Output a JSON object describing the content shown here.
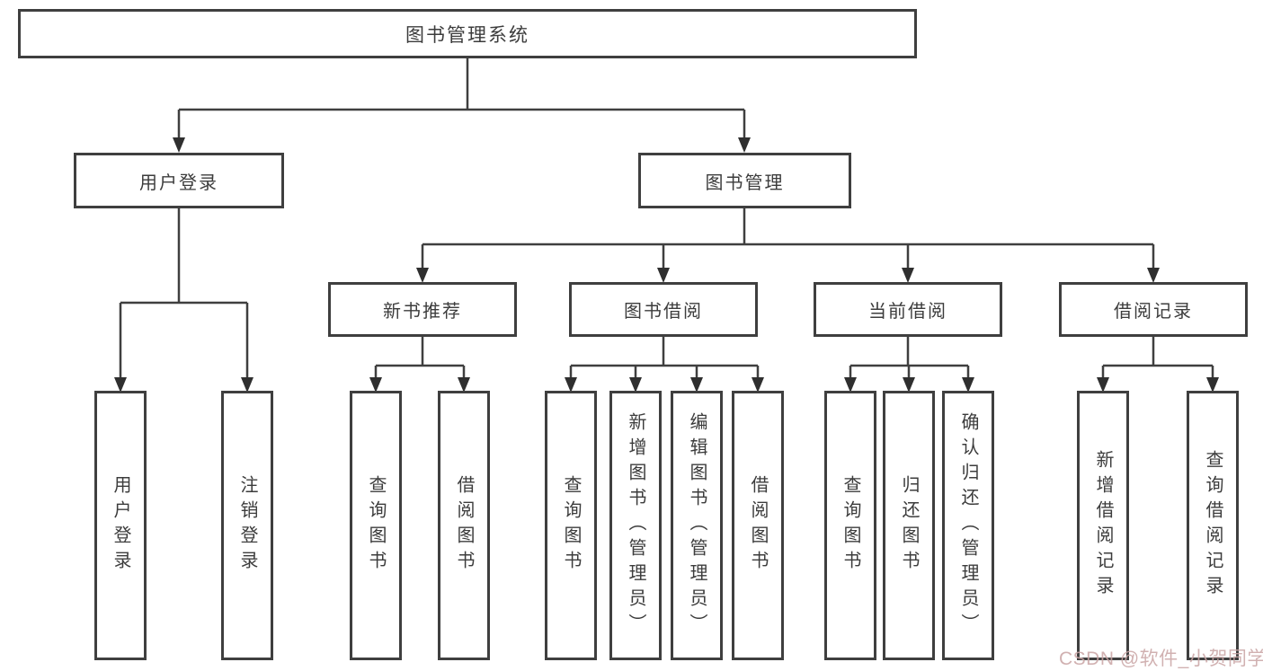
{
  "tree": {
    "label": "图书管理系统",
    "children": [
      {
        "label": "用户登录",
        "children": [
          {
            "label": "用户登录"
          },
          {
            "label": "注销登录"
          }
        ]
      },
      {
        "label": "图书管理",
        "children": [
          {
            "label": "新书推荐",
            "children": [
              {
                "label": "查询图书"
              },
              {
                "label": "借阅图书"
              }
            ]
          },
          {
            "label": "图书借阅",
            "children": [
              {
                "label": "查询图书"
              },
              {
                "label": "新增图书（管理员）"
              },
              {
                "label": "编辑图书（管理员）"
              },
              {
                "label": "借阅图书"
              }
            ]
          },
          {
            "label": "当前借阅",
            "children": [
              {
                "label": "查询图书"
              },
              {
                "label": "归还图书"
              },
              {
                "label": "确认归还（管理员）"
              }
            ]
          },
          {
            "label": "借阅记录",
            "children": [
              {
                "label": "新增借阅记录"
              },
              {
                "label": "查询借阅记录"
              }
            ]
          }
        ]
      }
    ]
  },
  "watermark": "CSDN @软件_小贺同学",
  "colors": {
    "box_border": "#3f3f3f",
    "text": "#3c3c3c",
    "connector": "#3f3f3f",
    "arrowhead": "#2f2f2f",
    "watermark": "#c9a4a4",
    "background": "#ffffff"
  }
}
